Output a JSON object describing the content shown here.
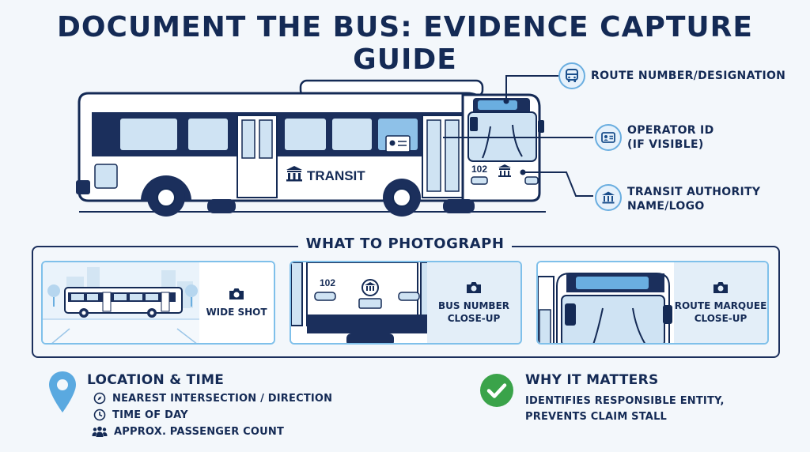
{
  "title": "DOCUMENT THE BUS: EVIDENCE CAPTURE GUIDE",
  "bus": {
    "side_logo_text": "TRANSIT",
    "front_number": "102"
  },
  "callouts": [
    {
      "icon": "bus-icon",
      "label": "ROUTE NUMBER/DESIGNATION"
    },
    {
      "icon": "id-card-icon",
      "label_line1": "OPERATOR ID",
      "label_line2": "(IF VISIBLE)"
    },
    {
      "icon": "transit-building-icon",
      "label_line1": "TRANSIT AUTHORITY",
      "label_line2": "NAME/LOGO"
    }
  ],
  "photograph": {
    "title": "WHAT TO PHOTOGRAPH",
    "cards": [
      {
        "icon": "camera-icon",
        "label_line1": "WIDE SHOT",
        "label_line2": ""
      },
      {
        "icon": "camera-icon",
        "label_line1": "BUS NUMBER",
        "label_line2": "CLOSE-UP",
        "front_number": "102"
      },
      {
        "icon": "camera-icon",
        "label_line1": "ROUTE MARQUEE",
        "label_line2": "CLOSE-UP"
      }
    ]
  },
  "location": {
    "title": "LOCATION & TIME",
    "items": [
      {
        "icon": "compass-icon",
        "text": "NEAREST INTERSECTION / DIRECTION"
      },
      {
        "icon": "clock-icon",
        "text": "TIME OF DAY"
      },
      {
        "icon": "people-icon",
        "text": "APPROX. PASSENGER COUNT"
      }
    ]
  },
  "why": {
    "title": "WHY IT MATTERS",
    "line1": "IDENTIFIES RESPONSIBLE ENTITY,",
    "line2": "PREVENTS CLAIM STALL"
  },
  "colors": {
    "navy": "#142a55",
    "accent_blue": "#6aaee0",
    "window_blue": "#cfe3f3",
    "green_check": "#3aa34a",
    "pin_blue": "#5aa9e0"
  }
}
